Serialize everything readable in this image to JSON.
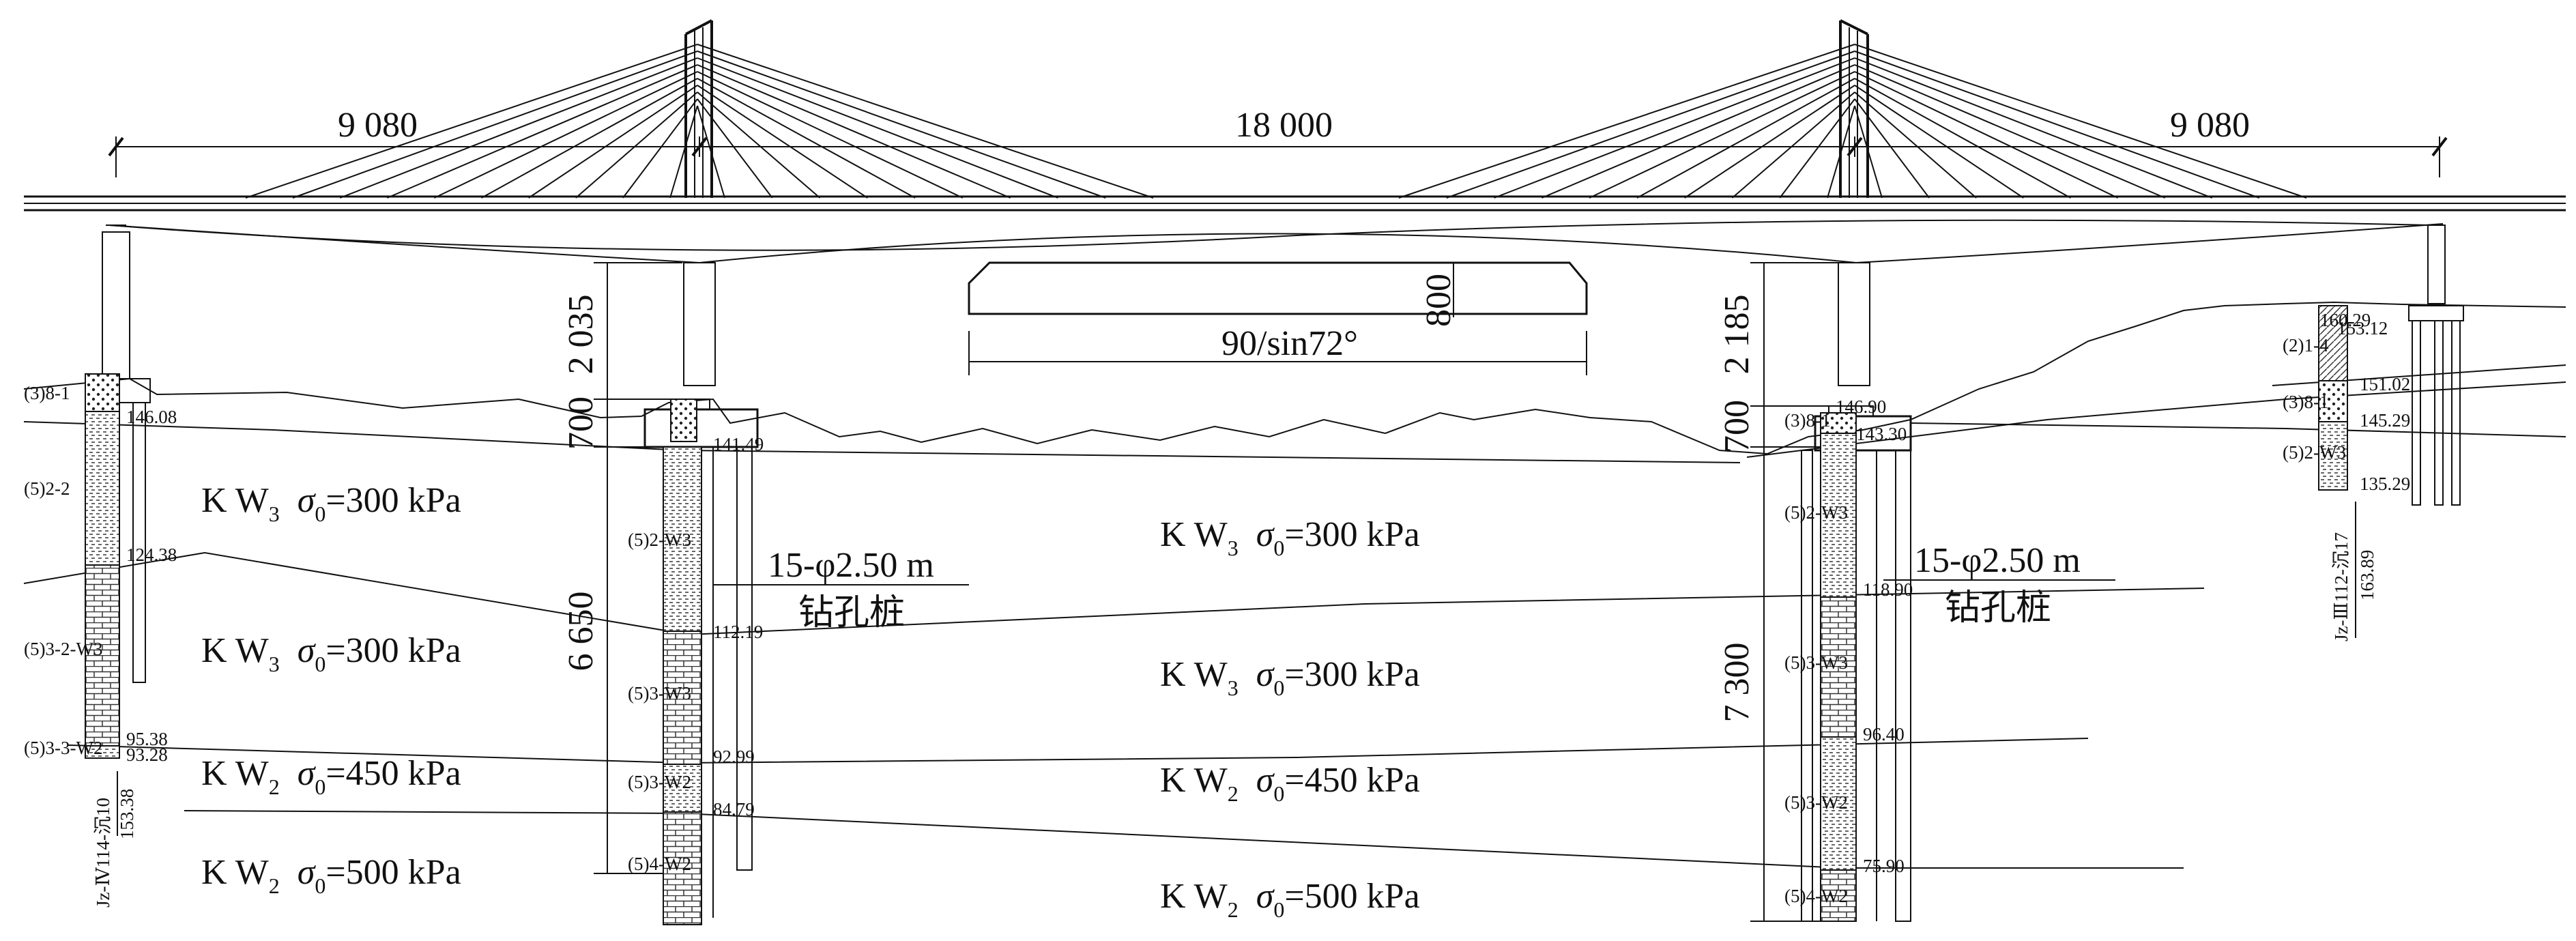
{
  "spans": {
    "left": "9 080",
    "main": "18 000",
    "right": "9 080"
  },
  "section": {
    "dim_vertical": "800",
    "dim_horizontal": "90/sin72°"
  },
  "piers": {
    "left": {
      "upper": "2 035",
      "cap": "700",
      "pile": "6 650"
    },
    "right": {
      "upper": "2 185",
      "cap": "700",
      "pile": "7 300"
    }
  },
  "piles": {
    "left": {
      "spec": "15-φ2.50 m",
      "type": "钻孔桩"
    },
    "right": {
      "spec": "15-φ2.50 m",
      "type": "钻孔桩"
    }
  },
  "soil_labels": [
    {
      "id": "kw3-a",
      "base": "K W",
      "sub": "3",
      "sigma": "σ",
      "sigma_sub": "0",
      "value": "=300 kPa"
    },
    {
      "id": "kw3-b",
      "base": "K W",
      "sub": "3",
      "sigma": "σ",
      "sigma_sub": "0",
      "value": "=300 kPa"
    },
    {
      "id": "kw2-a",
      "base": "K W",
      "sub": "2",
      "sigma": "σ",
      "sigma_sub": "0",
      "value": "=450 kPa"
    },
    {
      "id": "kw2-b",
      "base": "K W",
      "sub": "2",
      "sigma": "σ",
      "sigma_sub": "0",
      "value": "=500 kPa"
    },
    {
      "id": "kw3-c",
      "base": "K W",
      "sub": "3",
      "sigma": "σ",
      "sigma_sub": "0",
      "value": "=300 kPa"
    },
    {
      "id": "kw3-d",
      "base": "K W",
      "sub": "3",
      "sigma": "σ",
      "sigma_sub": "0",
      "value": "=300 kPa"
    },
    {
      "id": "kw2-c",
      "base": "K W",
      "sub": "2",
      "sigma": "σ",
      "sigma_sub": "0",
      "value": "=450 kPa"
    },
    {
      "id": "kw2-d",
      "base": "K W",
      "sub": "2",
      "sigma": "σ",
      "sigma_sub": "0",
      "value": "=500 kPa"
    }
  ],
  "boreholes": {
    "b1": {
      "id": "Jz-Ⅳ114-沉10",
      "elev": "153.38",
      "layers": [
        "(3)8-1",
        "(5)2-2",
        "(5)3-2-W3",
        "(5)3-3-W2"
      ],
      "levels": [
        "146.08",
        "124.38",
        "95.38",
        "93.28"
      ]
    },
    "b2": {
      "layers": [
        "(5)2-W3",
        "(5)3-W3",
        "(5)3-W2",
        "(5)4-W2"
      ],
      "levels": [
        "141.49",
        "112.19",
        "92.99",
        "84.79"
      ]
    },
    "b3": {
      "layers": [
        "(3)8-1",
        "(5)2-W3",
        "(5)3-W3",
        "(5)3-W2",
        "(5)4-W2"
      ],
      "levels": [
        "146.90",
        "143.30",
        "118.90",
        "96.40",
        "75.90"
      ]
    },
    "b4": {
      "id": "Jz-Ⅲ112-沉17",
      "elev": "163.89",
      "layers": [
        "(2)1-4",
        "(3)8-1",
        "(5)2-W3"
      ],
      "levels": [
        "160.29",
        "153.12",
        "151.02",
        "145.29",
        "135.29"
      ]
    }
  }
}
